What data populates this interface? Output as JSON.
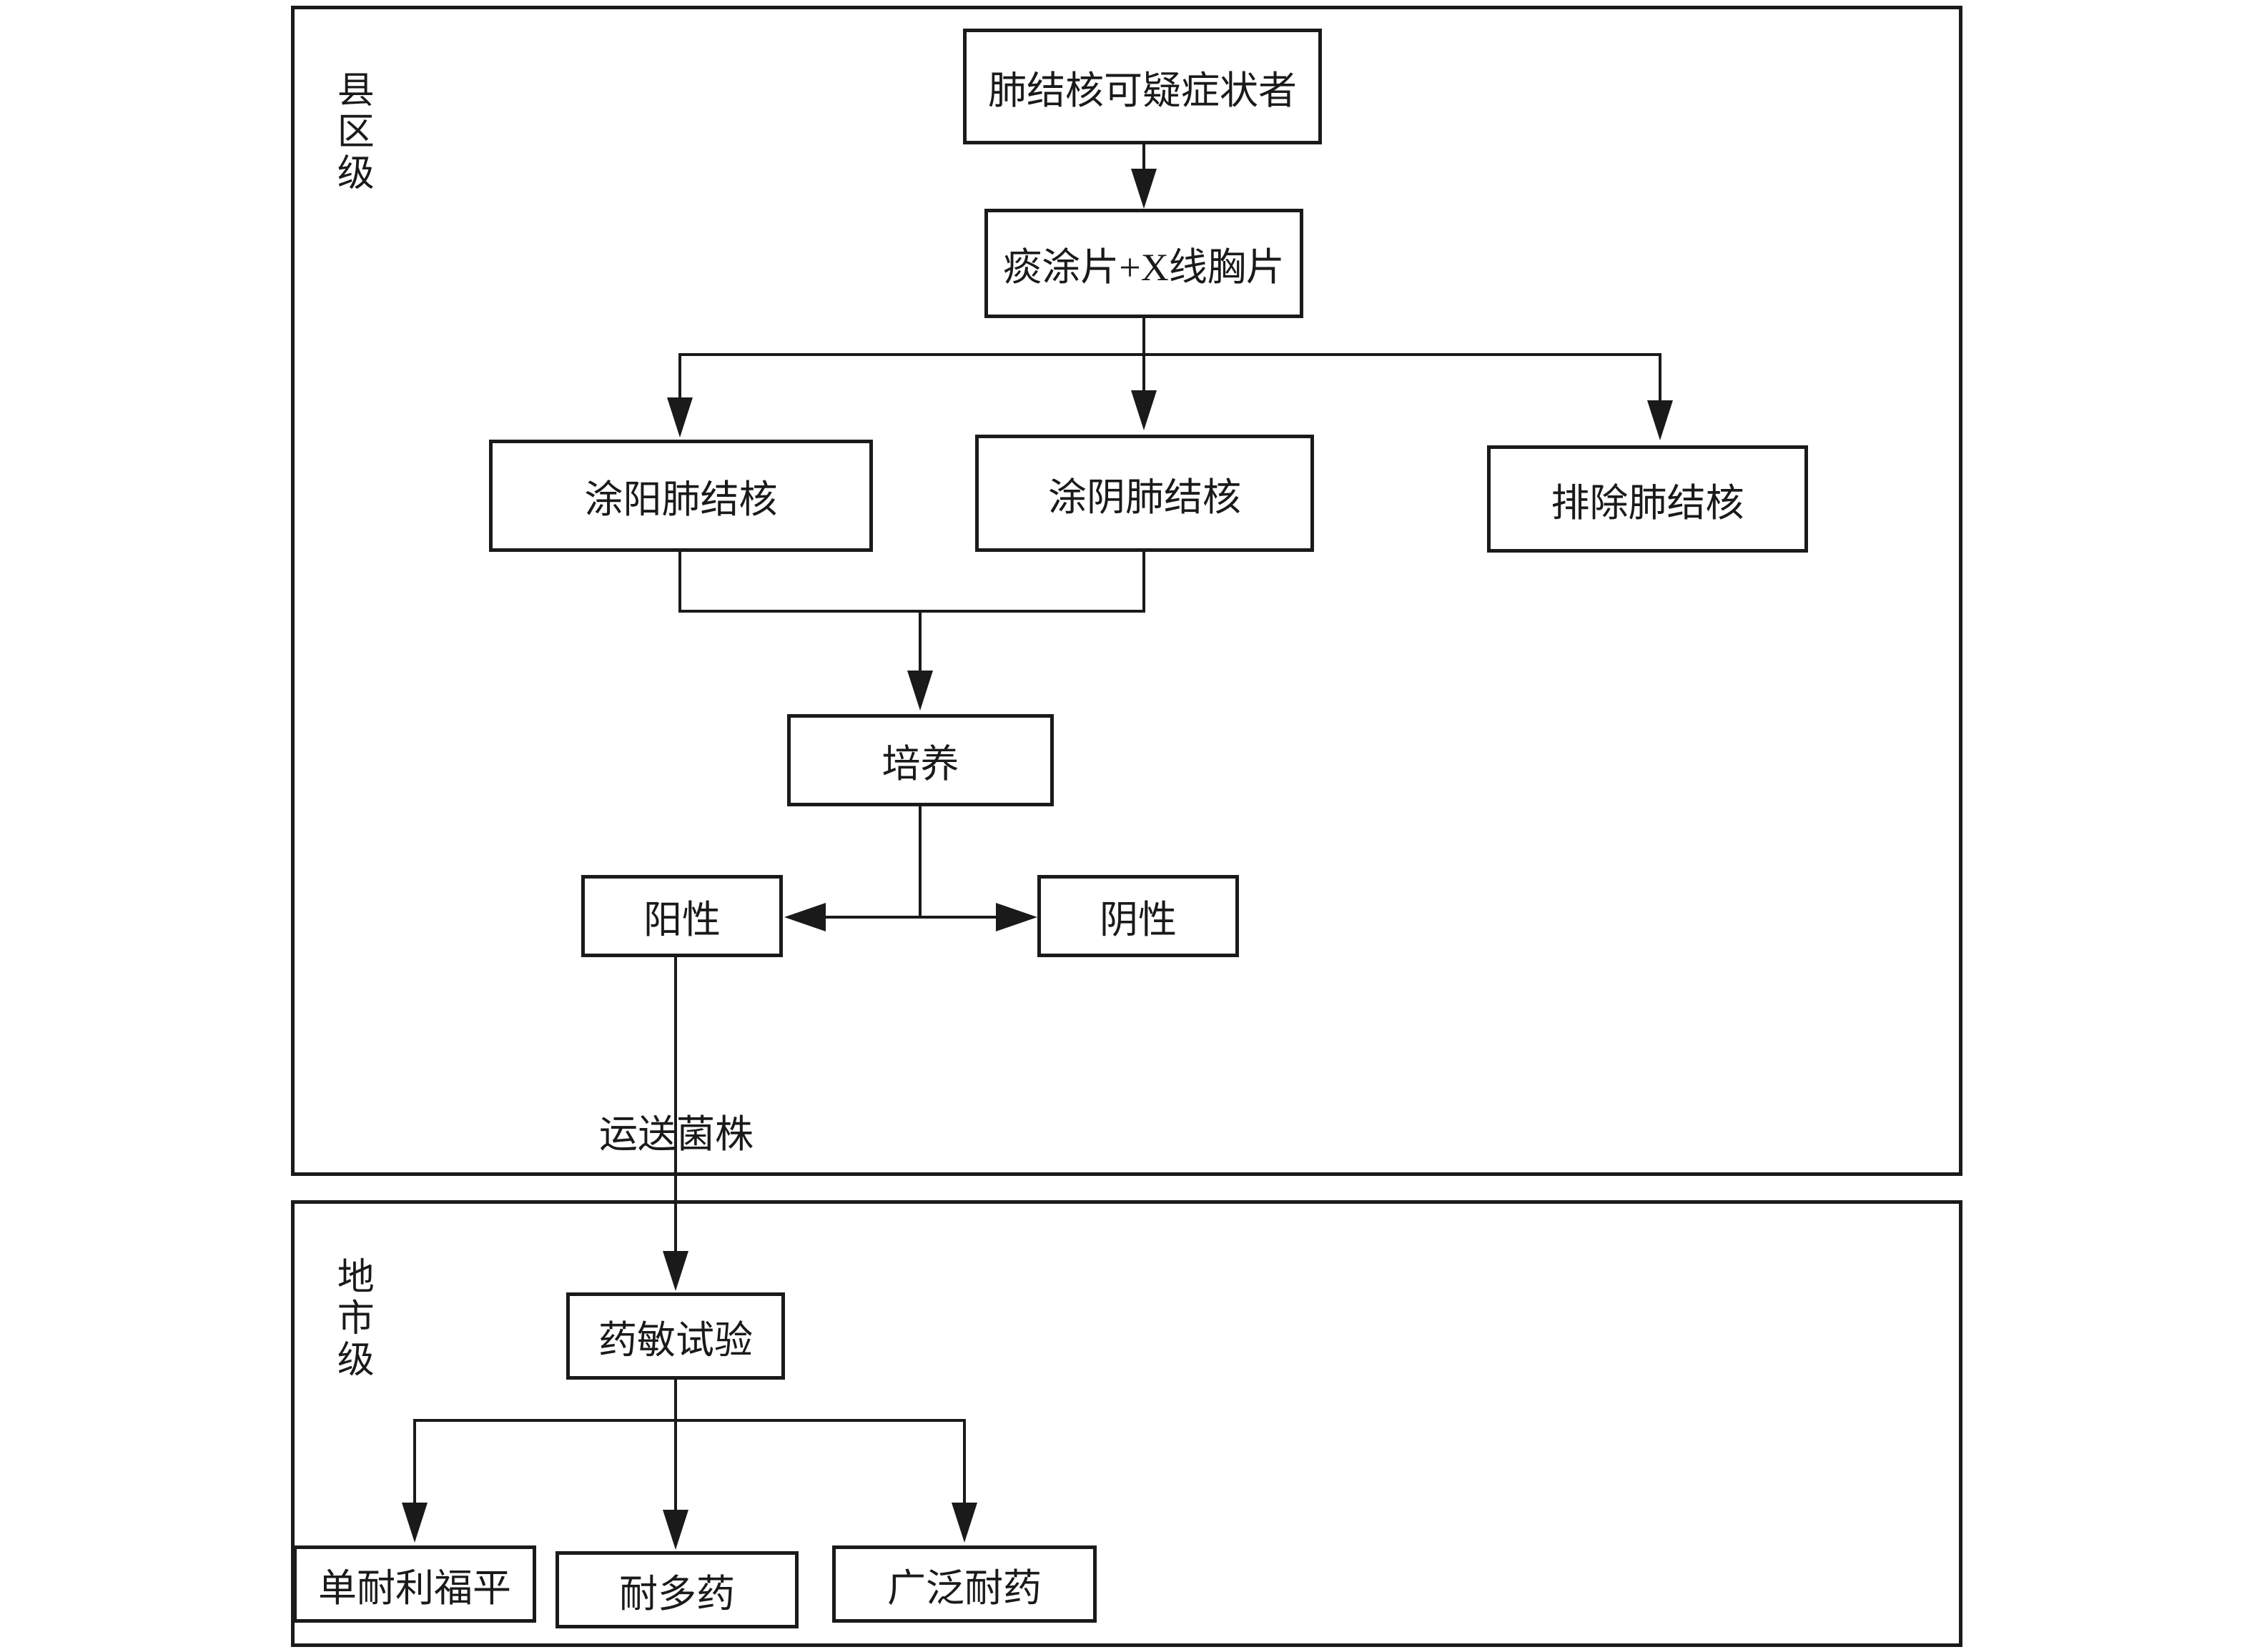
{
  "diagram": {
    "colors": {
      "ink": "#1a1a1a",
      "paper": "#ffffff"
    },
    "regions": [
      {
        "id": "county",
        "label": "县区级"
      },
      {
        "id": "city",
        "label": "地市级"
      }
    ],
    "nodes": [
      {
        "id": "suspect",
        "label": "肺结核可疑症状者"
      },
      {
        "id": "smear-xray",
        "label": "痰涂片+X线胸片"
      },
      {
        "id": "smear-positive",
        "label": "涂阳肺结核"
      },
      {
        "id": "smear-negative",
        "label": "涂阴肺结核"
      },
      {
        "id": "excluded",
        "label": "排除肺结核"
      },
      {
        "id": "culture",
        "label": "培养"
      },
      {
        "id": "positive",
        "label": "阳性"
      },
      {
        "id": "negative",
        "label": "阴性"
      },
      {
        "id": "dst",
        "label": "药敏试验"
      },
      {
        "id": "mono-rif",
        "label": "单耐利福平"
      },
      {
        "id": "mdr",
        "label": "耐多药"
      },
      {
        "id": "xdr",
        "label": "广泛耐药"
      }
    ],
    "edge_label": "运送菌株"
  }
}
